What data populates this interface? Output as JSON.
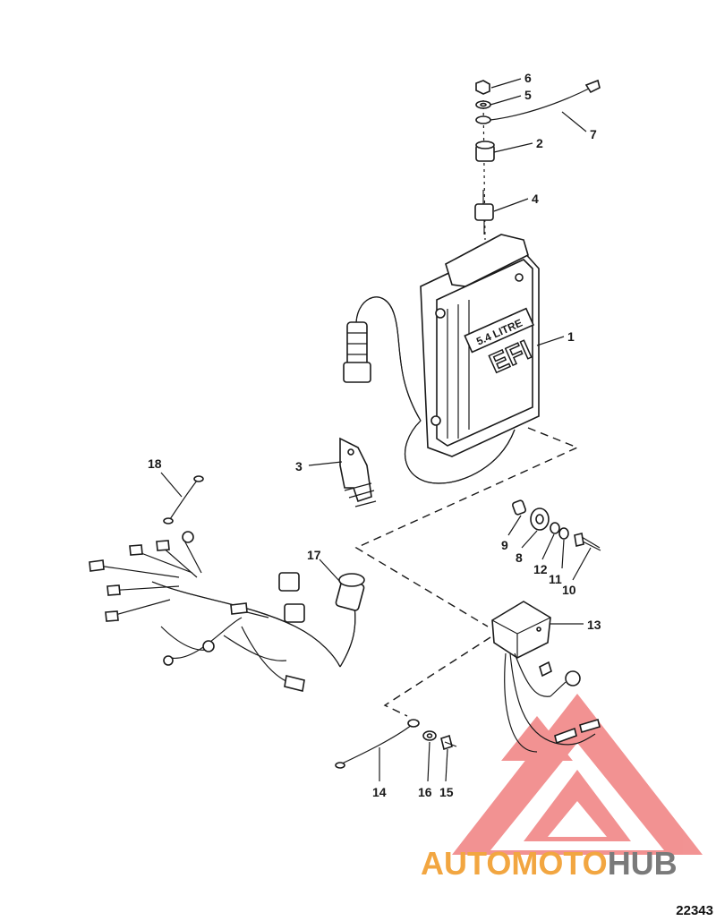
{
  "diagram": {
    "ecu_label": "5.4 LITRE",
    "ecu_logo": "EFI",
    "callouts": {
      "c1": "1",
      "c2": "2",
      "c3": "3",
      "c4": "4",
      "c5": "5",
      "c6": "6",
      "c7": "7",
      "c8": "8",
      "c9": "9",
      "c10": "10",
      "c11": "11",
      "c12": "12",
      "c13": "13",
      "c14": "14",
      "c15": "15",
      "c16": "16",
      "c17": "17",
      "c18": "18"
    },
    "diagram_number": "22343"
  },
  "watermark": {
    "part1": "AUTO",
    "part2": "MOTO",
    "part3": "HUB",
    "logo_color": "#f08080",
    "text_color_orange": "#f2a641",
    "text_color_gray": "#7a7a7a"
  }
}
